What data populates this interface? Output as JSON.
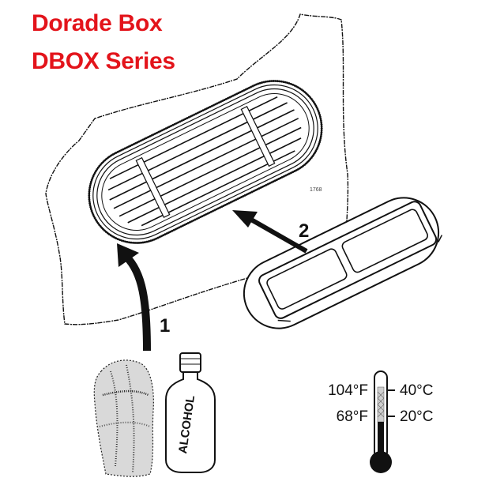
{
  "header": {
    "title_line1": "Dorade Box",
    "title_line2": "DBOX Series"
  },
  "steps": {
    "step1": "1",
    "step2": "2"
  },
  "bottle": {
    "label": "ALCOHOL"
  },
  "thermometer": {
    "high_f": "104°F",
    "high_c": "40°C",
    "low_f": "68°F",
    "low_c": "20°C"
  },
  "colors": {
    "title": "#e3141b",
    "line": "#111111"
  }
}
